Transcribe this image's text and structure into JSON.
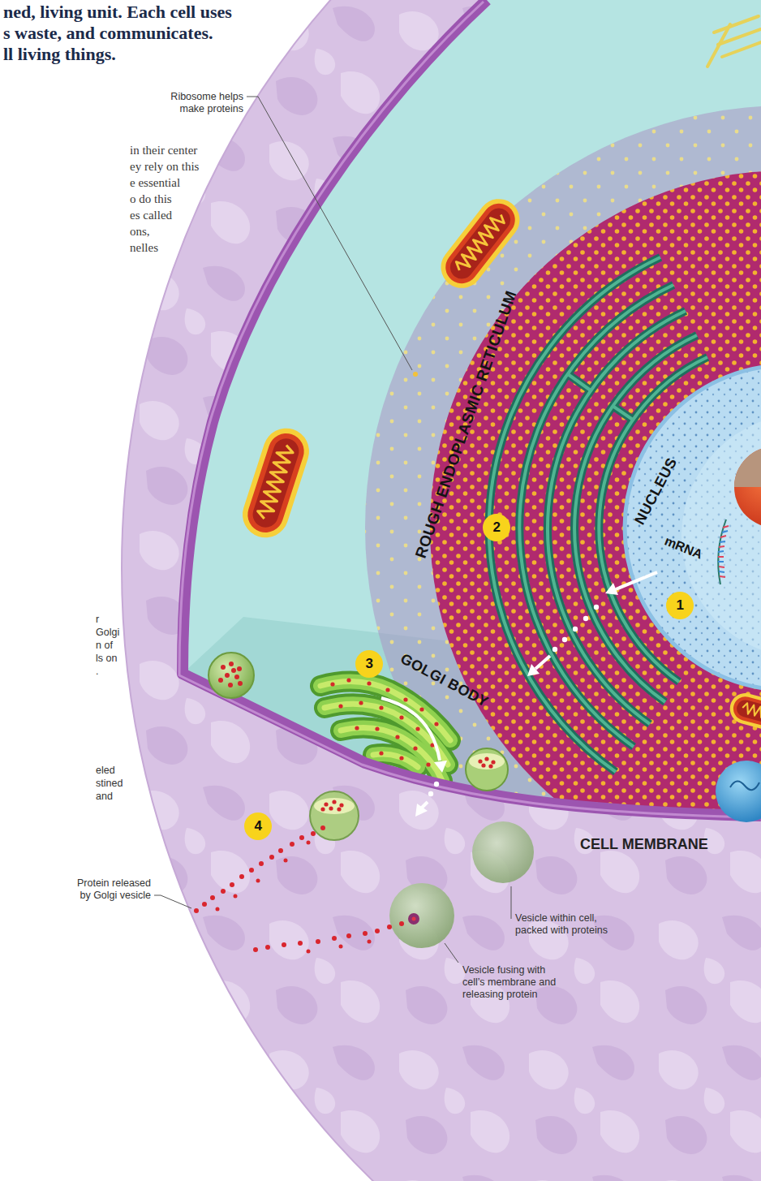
{
  "diagram": {
    "labels": [
      "ned, living unit. Each cell uses",
      "s waste, and communicates.",
      "ll living things.",
      "in their center",
      "ey rely on this",
      "e essential",
      "o do this",
      "es called",
      "ons,",
      "nelles",
      "Ribosome helps make proteins",
      "ROUGH ENDOPLASMIC RETICULUM",
      "NUCLEUS",
      "mRNA",
      "1",
      "2",
      "3",
      "GOLGI BODY",
      "r",
      "Golgi",
      "n of",
      "ls on",
      ".",
      "4",
      "eled",
      "stined",
      "and",
      "CELL MEMBRANE",
      "Protein released by Golgi vesicle",
      "Vesicle within cell, packed with proteins",
      "Vesicle fusing with cell’s membrane and releasing protein"
    ]
  }
}
